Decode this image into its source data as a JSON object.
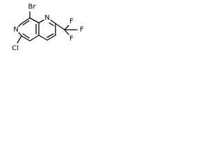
{
  "molecule": {
    "atoms": {
      "br": "Br",
      "n_left": "N",
      "n_right": "N",
      "cl": "Cl",
      "f_top": "F",
      "f_right": "F",
      "f_bottom": "F"
    }
  }
}
